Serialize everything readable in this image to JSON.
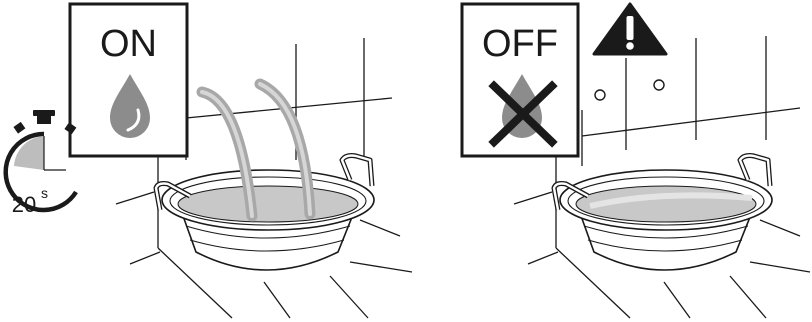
{
  "panels": {
    "on": {
      "label": "ON"
    },
    "off": {
      "label": "OFF"
    }
  },
  "timer": {
    "value": "20",
    "unit": "s"
  },
  "icons": [
    "stopwatch-icon",
    "water-drop-icon",
    "crossed-out-water-drop-icon",
    "warning-triangle-icon",
    "wall-outlet-icon",
    "basin-icon",
    "water-jet-icon"
  ],
  "colors": {
    "line": "#1a1a1a",
    "grey": "#8c8c8c",
    "light_grey": "#c8c8c8",
    "water": "#d4d4d4"
  }
}
